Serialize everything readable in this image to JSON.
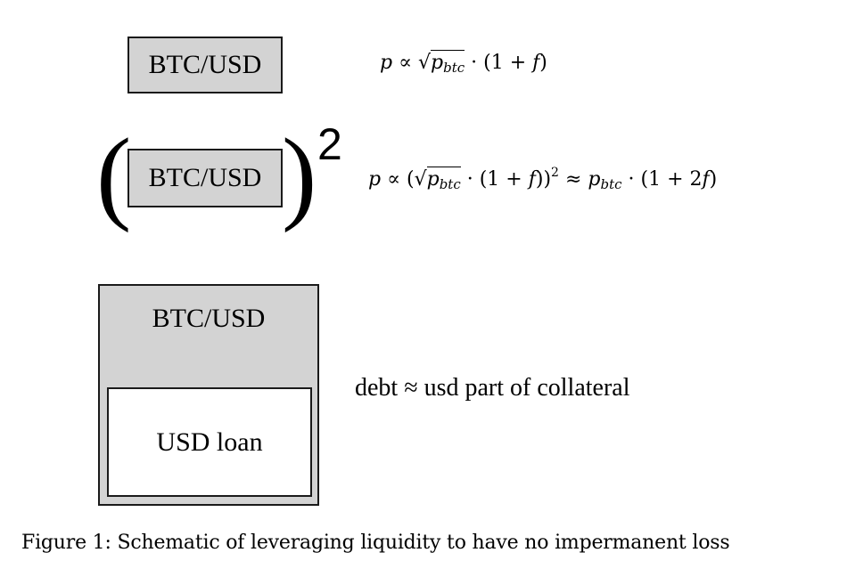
{
  "diagram": {
    "row1": {
      "box_label": "BTC/USD",
      "formula": {
        "p": "p",
        "prop": "∝",
        "sqrt": "√",
        "p_base": "p",
        "p_sub": "btc",
        "rest": "· (1 + ",
        "f": "f",
        "close": ")"
      }
    },
    "row2": {
      "box_label": "BTC/USD",
      "paren_left": "(",
      "paren_right": ")",
      "exponent": "2",
      "formula": {
        "p": "p",
        "prop": "∝ (",
        "sqrt": "√",
        "p_base": "p",
        "p_sub": "btc",
        "mid": "· (1 + ",
        "f": "f",
        "close": "))",
        "sup": "2",
        "approx": "≈",
        "p2_base": "p",
        "p2_sub": "btc",
        "tail": "· (1 + 2",
        "f2": "f",
        "tail_close": ")"
      }
    },
    "row3": {
      "collateral_label": "BTC/USD",
      "loan_label": "USD loan",
      "debt_text": "debt ≈ usd part of collateral"
    }
  },
  "caption": "Figure 1: Schematic of leveraging liquidity to have no impermanent loss",
  "colors": {
    "box_fill": "#d3d3d3",
    "box_border": "#1a1a1a",
    "loan_fill": "#ffffff"
  }
}
